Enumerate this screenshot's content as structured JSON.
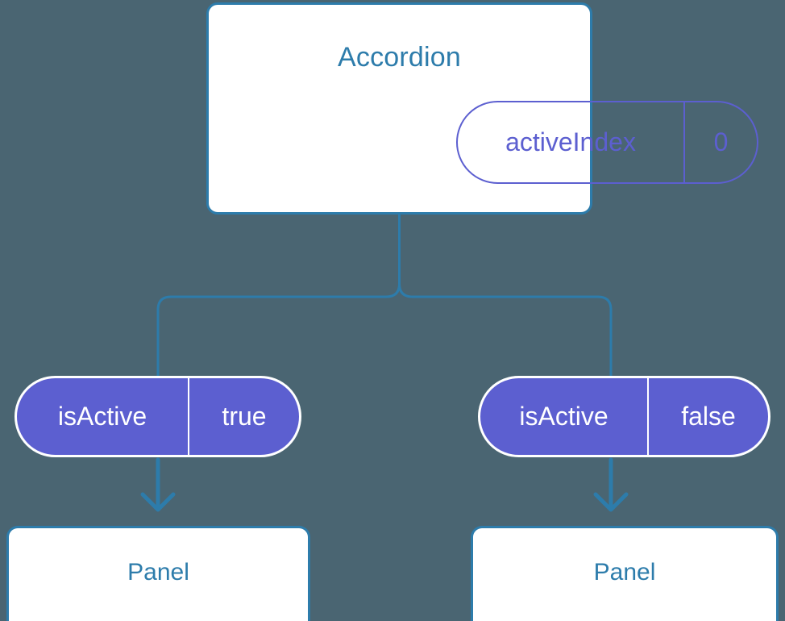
{
  "diagram": {
    "type": "component-tree",
    "background_color": "#4a6572",
    "line_color": "#2d7cab",
    "card_border_color": "#2d7cab",
    "card_title_color": "#2d7cab",
    "pill_color": "#5c5fd0",
    "pill_text_color": "#ffffff",
    "root": {
      "title": "Accordion",
      "state": {
        "key": "activeIndex",
        "value": "0"
      }
    },
    "branches": [
      {
        "prop": {
          "key": "isActive",
          "value": "true"
        },
        "child": {
          "title": "Panel"
        }
      },
      {
        "prop": {
          "key": "isActive",
          "value": "false"
        },
        "child": {
          "title": "Panel"
        }
      }
    ]
  }
}
